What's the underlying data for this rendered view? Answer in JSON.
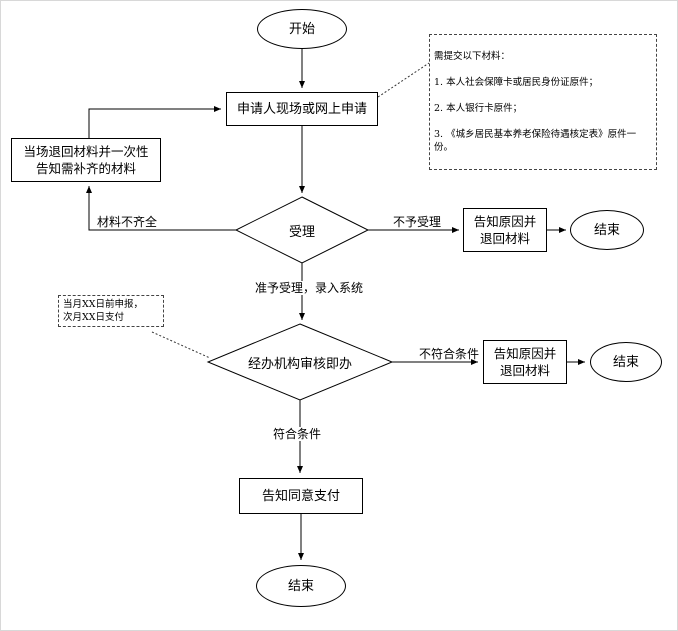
{
  "nodes": {
    "start": "开始",
    "apply": "申请人现场或网上申请",
    "return_notice": "当场退回材料并一次性\n告知需补齐的材料",
    "accept_decision": "受理",
    "reject1": "告知原因并\n退回材料",
    "end1": "结束",
    "review_decision": "经办机构审核即办",
    "reject2": "告知原因并\n退回材料",
    "end2": "结束",
    "pay_notice": "告知同意支付",
    "end3": "结束"
  },
  "edge_labels": {
    "incomplete": "材料不齐全",
    "not_accepted": "不予受理",
    "accepted": "准予受理，录入系统",
    "not_qualified": "不符合条件",
    "qualified": "符合条件"
  },
  "annotations": {
    "materials": {
      "title": "需提交以下材料：",
      "items": [
        "1. 本人社会保障卡或居民身份证原件；",
        "2. 本人银行卡原件；",
        "3. 《城乡居民基本养老保险待遇核定表》原件一份。"
      ]
    },
    "timing": "当月XX日前申报，\n次月XX日支付"
  },
  "colors": {
    "line": "#000000",
    "background": "#ffffff"
  }
}
